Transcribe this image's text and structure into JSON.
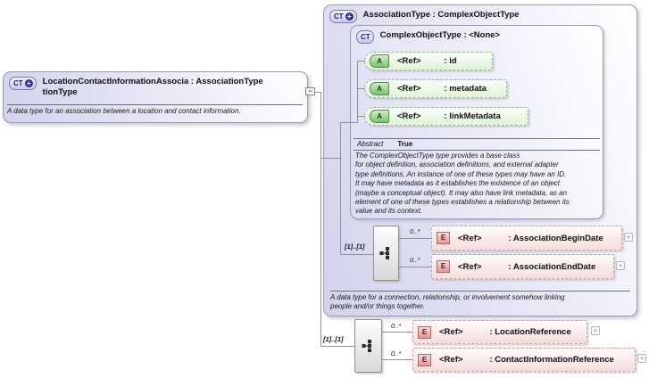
{
  "icons": {
    "complex_type": "CT",
    "attribute": "A",
    "element": "E",
    "extension_plus": "+",
    "expand": "+",
    "collapse": "−"
  },
  "left_type": {
    "title_line1": "LocationContactInformationAssocia : AssociationType",
    "title_line2": "tionType",
    "annotation": "A data type for an association between a location and contact information."
  },
  "association_type": {
    "title": "AssociationType : ComplexObjectType",
    "base_type": {
      "title": "ComplexObjectType : <None>",
      "attributes": [
        {
          "ref": "<Ref>",
          "name": ": id"
        },
        {
          "ref": "<Ref>",
          "name": ": metadata"
        },
        {
          "ref": "<Ref>",
          "name": ": linkMetadata"
        }
      ],
      "facets": {
        "label": "Abstract",
        "value": "True"
      },
      "annotation_lines": [
        "The ComplexObjectType type provides a base class",
        "for object definition, association definitions, and external adapter",
        "type definitions. An instance of one of these types may have an ID.",
        "It may have metadata as it establishes the existence of an object",
        "(maybe a conceptual object). It may also have link metadata, as an",
        "element of one of these types establishes a relationship between its",
        "value and its context."
      ]
    },
    "sequence": {
      "cardinality": "[1]..[1]",
      "elements": [
        {
          "occurs": "0..*",
          "ref": "<Ref>",
          "name": ": AssociationBeginDate"
        },
        {
          "occurs": "0..*",
          "ref": "<Ref>",
          "name": ": AssociationEndDate"
        }
      ]
    },
    "annotation_lines": [
      "A data type for a connection, relationship, or involvement somehow linking",
      "people and/or things together."
    ]
  },
  "local_sequence": {
    "cardinality": "[1]..[1]",
    "elements": [
      {
        "occurs": "0..*",
        "ref": "<Ref>",
        "name": ": LocationReference"
      },
      {
        "occurs": "0..*",
        "ref": "<Ref>",
        "name": ": ContactInformationReference"
      }
    ]
  }
}
